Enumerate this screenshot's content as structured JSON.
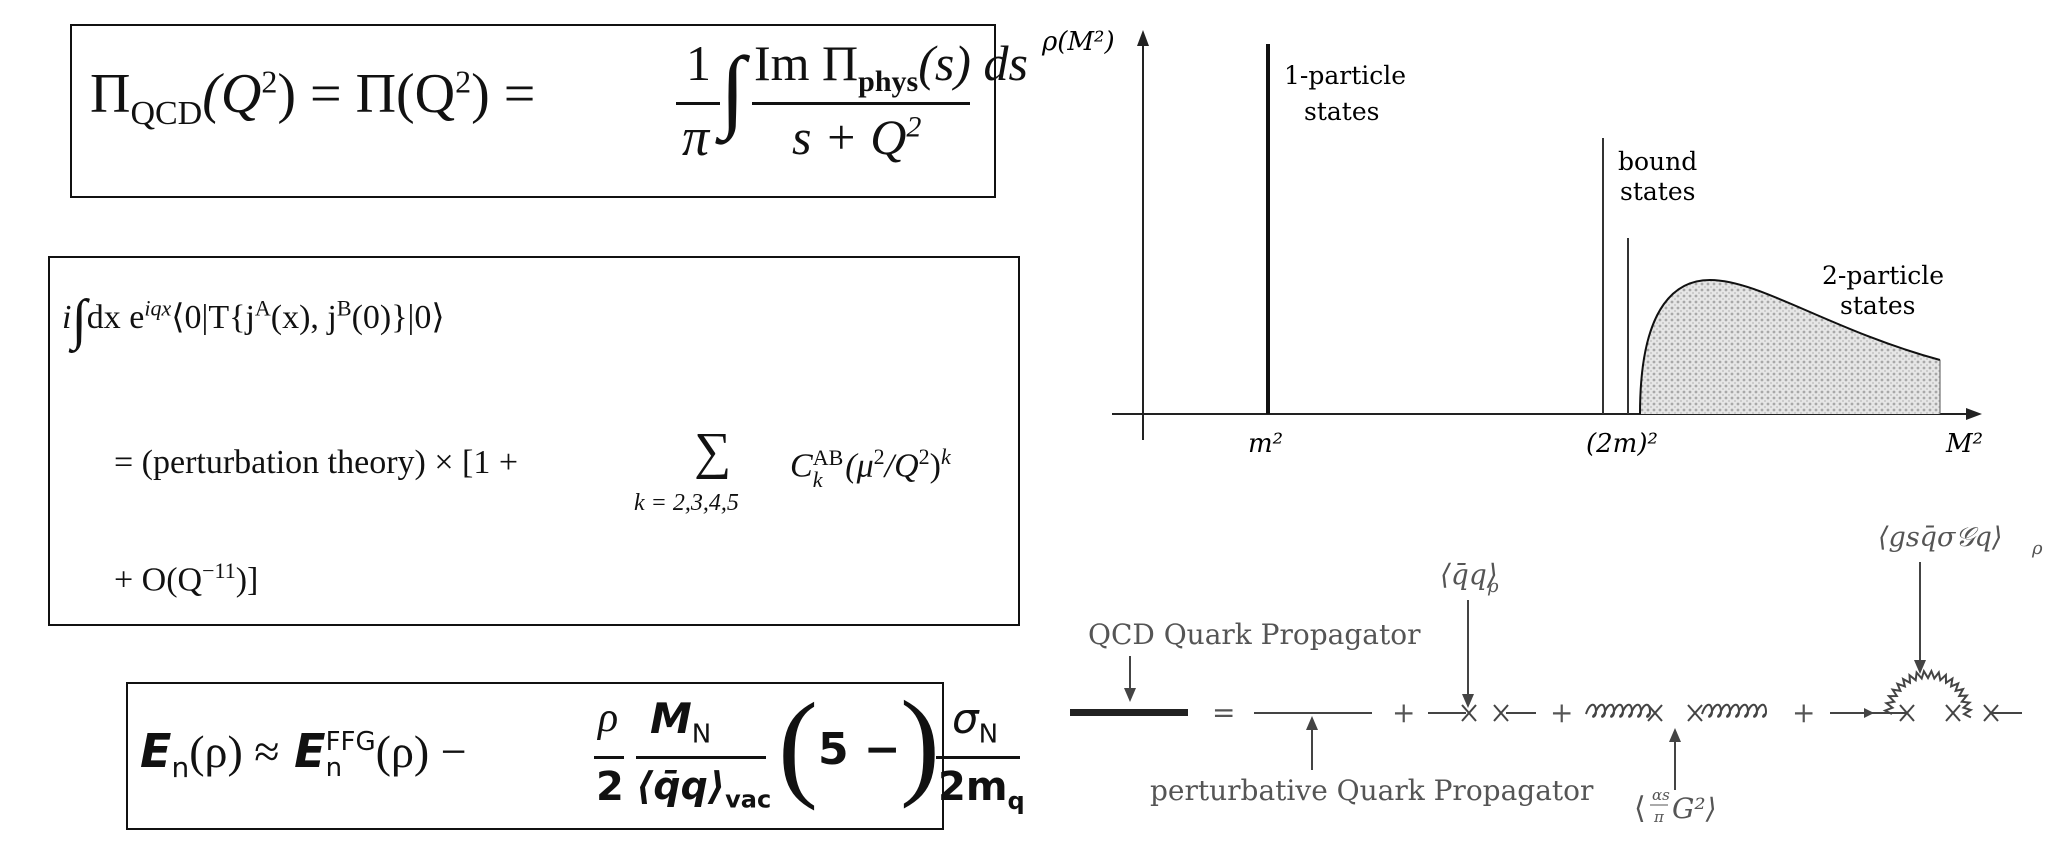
{
  "eq1": {
    "lhs": "Π",
    "lhs_sub": "QCD",
    "arg1": "(Q",
    "arg1_sup": "2",
    "arg1_end": ") = Π(Q",
    "arg2_sup": "2",
    "arg2_end": ") =",
    "frac1_num": "1",
    "frac1_den": "π",
    "integral": "∫",
    "frac2_num_a": "Im Π",
    "frac2_num_sub": "phys",
    "frac2_num_b": "(s) ds",
    "frac2_den_a": "s + Q",
    "frac2_den_sup": "2"
  },
  "eq2": {
    "line1_a": "i",
    "line1_int": "∫",
    "line1_b": "dx e",
    "line1_exp": "iqx",
    "line1_c": "⟨0|T{j",
    "line1_supA": "A",
    "line1_d": "(x), j",
    "line1_supB": "B",
    "line1_e": "(0)}|0⟩",
    "line2_a": "= (perturbation theory) × [1 +",
    "sum_symbol": "∑",
    "sum_sub": "k = 2,3,4,5",
    "line2_c": "C",
    "line2_c_sup": "AB",
    "line2_c_sub": "k",
    "line2_d": "(μ",
    "line2_d_sup": "2",
    "line2_e": "/Q",
    "line2_e_sup": "2",
    "line2_f": ")",
    "line2_f_sup": "k",
    "line3_a": "+ O(Q",
    "line3_sup": "−11",
    "line3_b": ")]"
  },
  "eq3": {
    "E": "E",
    "E_sub": "n",
    "arg": "(ρ) ≈",
    "E2": "E",
    "E2_sup": "FFG",
    "E2_sub": "n",
    "arg2": "(ρ) −",
    "f1_num": "ρ",
    "f1_den": "2",
    "f2_num": "M",
    "f2_num_sub": "N",
    "f2_den": "⟨q̄q⟩",
    "f2_den_sub": "vac",
    "paren_open": "(",
    "five": "5 −",
    "f3_num": "σ",
    "f3_num_sub": "N",
    "f3_den": "2m",
    "f3_den_sub": "q",
    "paren_close": ")"
  },
  "spectral": {
    "y_label": "ρ(M²)",
    "x_label": "M²",
    "label_1particle_l1": "1-particle",
    "label_1particle_l2": "states",
    "label_bound_l1": "bound",
    "label_bound_l2": "states",
    "label_2particle_l1": "2-particle",
    "label_2particle_l2": "states",
    "tick_m2": "m²",
    "tick_2m2": "(2m)²"
  },
  "propagator": {
    "qcd_label": "QCD Quark Propagator",
    "pert_label": "perturbative Quark Propagator",
    "eq_sign": "=",
    "plus": "+",
    "cond_qq": "⟨q̄q⟩",
    "cond_qq_sub": "ρ",
    "cond_glue": "⟨",
    "cond_glue_frac_num": "αs",
    "cond_glue_frac_den": "π",
    "cond_glue_b": "G²⟩",
    "cond_mixed": "⟨gsq̄σ𝒢q⟩",
    "cond_mixed_sub": "ρ"
  }
}
